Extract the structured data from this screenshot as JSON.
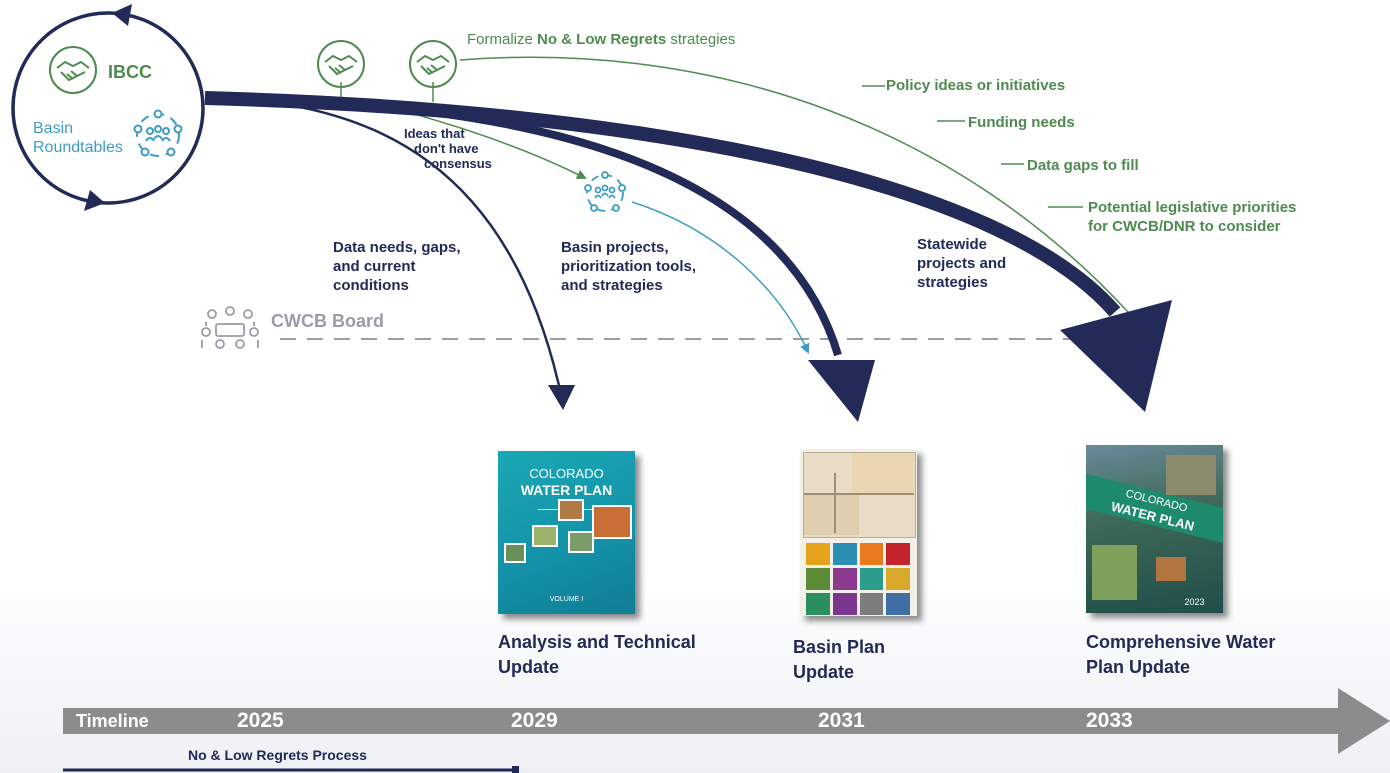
{
  "groups": {
    "ibcc": "IBCC",
    "basin_roundtables": [
      "Basin",
      "Roundtables"
    ],
    "cwcb_board": "CWCB Board"
  },
  "formalize": {
    "prefix": "Formalize ",
    "bold": "No & Low Regrets",
    "suffix": " strategies"
  },
  "feeds": [
    "Policy ideas or initiatives",
    "Funding needs",
    "Data gaps to fill",
    [
      "Potential legislative priorities",
      "for CWCB/DNR to consider"
    ]
  ],
  "flows": {
    "no_consensus": [
      "Ideas that",
      "don't have",
      "consensus"
    ],
    "data_needs": [
      "Data needs, gaps,",
      "and current",
      "conditions"
    ],
    "basin_projects": [
      "Basin projects,",
      "prioritization tools,",
      "and strategies"
    ],
    "statewide": [
      "Statewide",
      "projects and",
      "strategies"
    ]
  },
  "outputs": [
    {
      "label": [
        "Analysis and Technical",
        "Update"
      ]
    },
    {
      "label": [
        "Basin Plan",
        "Update"
      ]
    },
    {
      "label": [
        "Comprehensive Water",
        "Plan Update"
      ]
    }
  ],
  "covers": {
    "title": [
      "COLORADO",
      "WATER PLAN"
    ],
    "volume": "VOLUME I",
    "year": "2023"
  },
  "timeline": {
    "label": "Timeline",
    "years": [
      "2025",
      "2029",
      "2031",
      "2033"
    ],
    "process": "No & Low Regrets Process"
  },
  "colors": {
    "navy": "#222a58",
    "green": "#4f8a4f",
    "blue": "#3d9cc6",
    "gray": "#9a9ca6",
    "timeline": "#8c8c8c"
  },
  "icons": [
    "handshake-icon",
    "people-circle-icon",
    "board-meeting-icon"
  ]
}
